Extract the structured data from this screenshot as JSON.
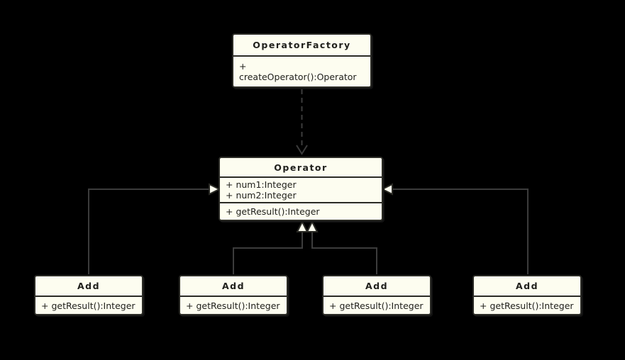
{
  "diagram": {
    "type": "uml-class-diagram",
    "colors": {
      "background": "#000000",
      "node_fill": "#FDFDF0",
      "node_border": "#2B2B26",
      "connector": "#3C3C3C",
      "text": "#21211D"
    },
    "classes": [
      {
        "name": "OperatorFactory",
        "fields": [],
        "methods": [
          "+ createOperator():Operator"
        ]
      },
      {
        "name": "Operator",
        "fields": [
          "+ num1:Integer",
          "+ num2:Integer"
        ],
        "methods": [
          "+ getResult():Integer"
        ]
      },
      {
        "name": "Add",
        "fields": [],
        "methods": [
          "+ getResult():Integer"
        ]
      },
      {
        "name": "Add",
        "fields": [],
        "methods": [
          "+ getResult():Integer"
        ]
      },
      {
        "name": "Add",
        "fields": [],
        "methods": [
          "+ getResult():Integer"
        ]
      },
      {
        "name": "Add",
        "fields": [],
        "methods": [
          "+ getResult():Integer"
        ]
      }
    ],
    "relationships": [
      {
        "from": "OperatorFactory",
        "to": "Operator",
        "type": "dependency",
        "line": "dashed",
        "arrowhead": "open-vee"
      },
      {
        "from": "Add-1",
        "to": "Operator",
        "type": "generalization",
        "line": "solid",
        "arrowhead": "hollow-triangle"
      },
      {
        "from": "Add-2",
        "to": "Operator",
        "type": "generalization",
        "line": "solid",
        "arrowhead": "hollow-triangle"
      },
      {
        "from": "Add-3",
        "to": "Operator",
        "type": "generalization",
        "line": "solid",
        "arrowhead": "hollow-triangle"
      },
      {
        "from": "Add-4",
        "to": "Operator",
        "type": "generalization",
        "line": "solid",
        "arrowhead": "hollow-triangle"
      }
    ]
  }
}
